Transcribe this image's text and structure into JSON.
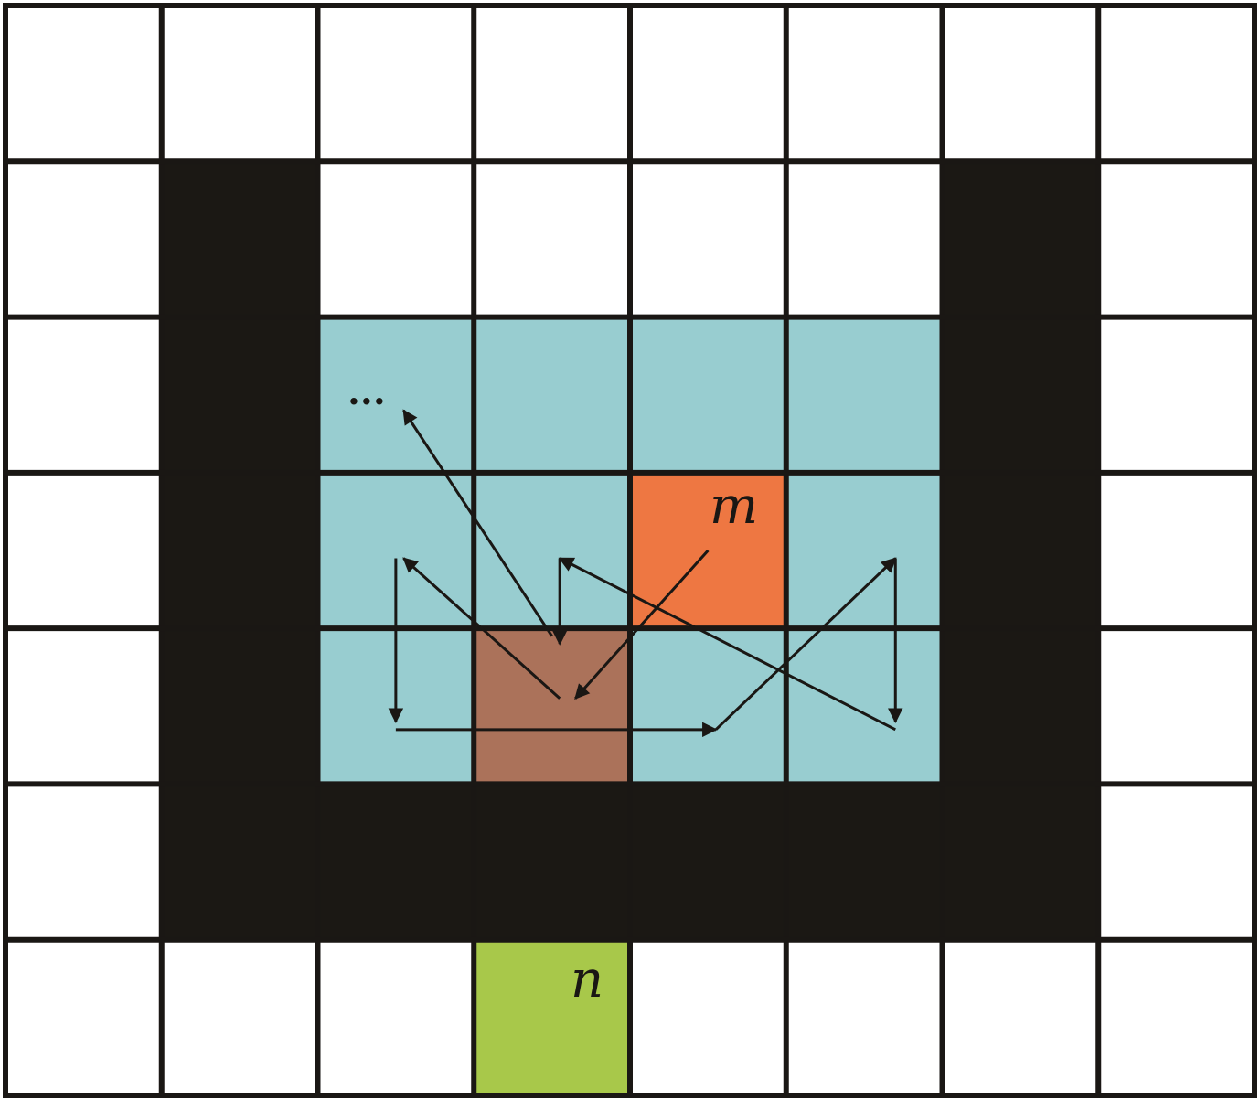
{
  "grid": {
    "rows": 7,
    "cols": 8,
    "line_color": "#1a1714",
    "empty_color": "#ffffff"
  },
  "colors": {
    "wall": "#1b1814",
    "region": "#98cdd0",
    "m_cell": "#ee7742",
    "current": "#ab725a",
    "n_cell": "#a8c84a",
    "arrow": "#1a1714"
  },
  "cells": {
    "wall": [
      [
        1,
        1
      ],
      [
        1,
        6
      ],
      [
        2,
        1
      ],
      [
        2,
        6
      ],
      [
        3,
        1
      ],
      [
        3,
        6
      ],
      [
        4,
        1
      ],
      [
        4,
        6
      ],
      [
        5,
        1
      ],
      [
        5,
        2
      ],
      [
        5,
        3
      ],
      [
        5,
        4
      ],
      [
        5,
        5
      ],
      [
        5,
        6
      ]
    ],
    "region": [
      [
        2,
        2
      ],
      [
        2,
        3
      ],
      [
        2,
        4
      ],
      [
        2,
        5
      ],
      [
        3,
        2
      ],
      [
        3,
        3
      ],
      [
        3,
        5
      ],
      [
        4,
        2
      ],
      [
        4,
        4
      ],
      [
        4,
        5
      ]
    ],
    "m_cell": [
      3,
      4
    ],
    "current": [
      4,
      3
    ],
    "n_cell": [
      6,
      3
    ]
  },
  "labels": {
    "m": "m",
    "n": "n",
    "dots": "..."
  },
  "arrows": [
    {
      "name": "arrow-m-to-center",
      "points": [
        [
          4.5,
          3.5
        ],
        [
          3.65,
          4.45
        ]
      ]
    },
    {
      "name": "arrow-center-to-upper-left",
      "points": [
        [
          3.55,
          4.45
        ],
        [
          2.55,
          3.55
        ]
      ]
    },
    {
      "name": "arrow-upper-left-down",
      "points": [
        [
          2.5,
          3.55
        ],
        [
          2.5,
          4.6
        ]
      ]
    },
    {
      "name": "arrow-bottom-right",
      "points": [
        [
          2.5,
          4.65
        ],
        [
          4.55,
          4.65
        ]
      ]
    },
    {
      "name": "arrow-up-right",
      "points": [
        [
          4.55,
          4.65
        ],
        [
          5.7,
          3.55
        ]
      ]
    },
    {
      "name": "arrow-right-down",
      "points": [
        [
          5.7,
          3.55
        ],
        [
          5.7,
          4.6
        ]
      ]
    },
    {
      "name": "arrow-to-upper-middle",
      "points": [
        [
          5.7,
          4.65
        ],
        [
          3.55,
          3.55
        ]
      ]
    },
    {
      "name": "arrow-middle-down",
      "points": [
        [
          3.55,
          3.55
        ],
        [
          3.55,
          4.1
        ]
      ]
    },
    {
      "name": "arrow-to-dots",
      "points": [
        [
          3.5,
          4.05
        ],
        [
          2.55,
          2.6
        ]
      ]
    }
  ]
}
